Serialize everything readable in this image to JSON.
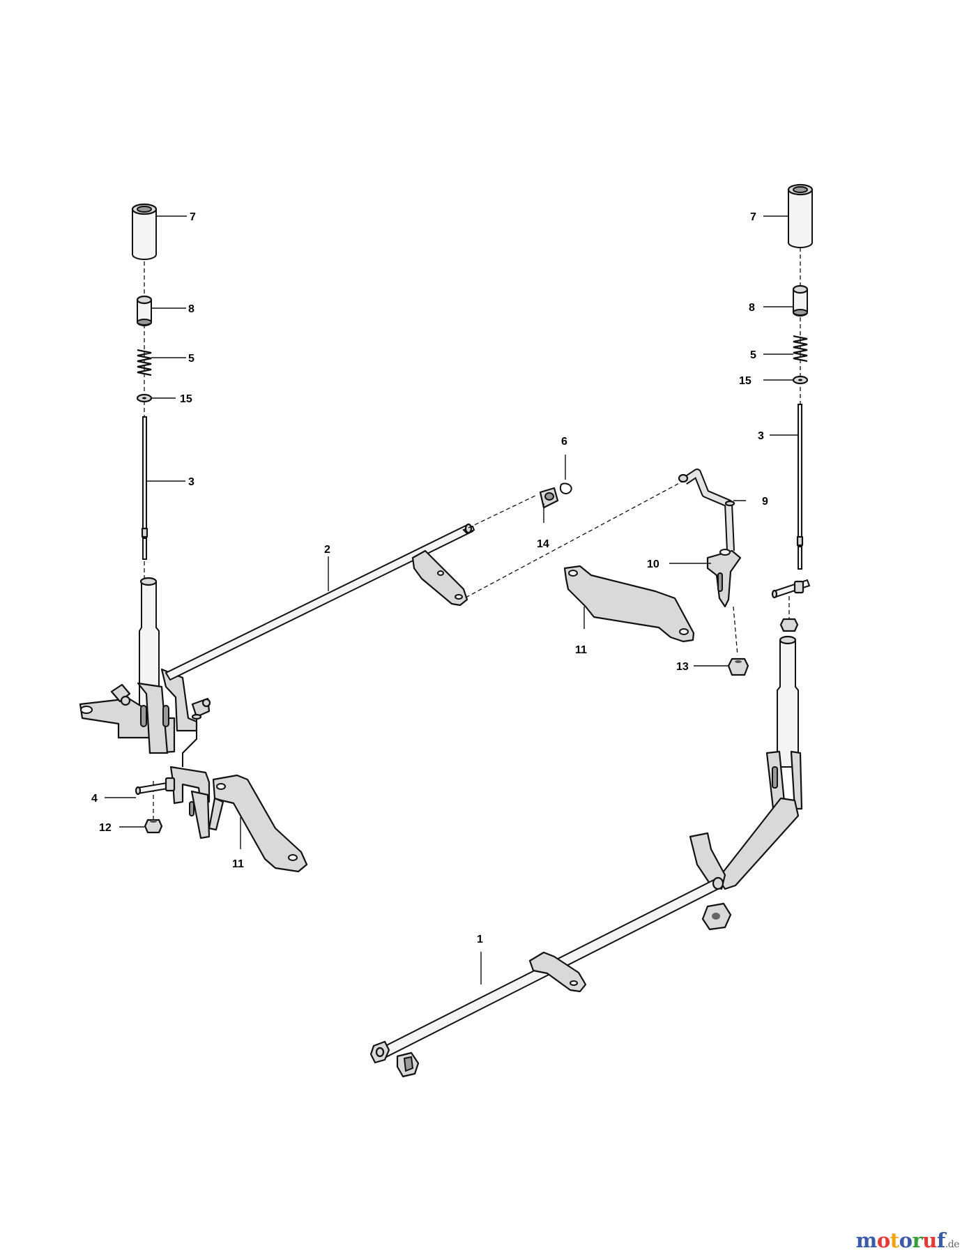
{
  "callouts": {
    "c7l": "7",
    "c8l": "8",
    "c5l": "5",
    "c15l": "15",
    "c3l": "3",
    "c2": "2",
    "c4": "4",
    "c12": "12",
    "c11l": "11",
    "c6": "6",
    "c14": "14",
    "c9": "9",
    "c10": "10",
    "c11r": "11",
    "c13": "13",
    "c7r": "7",
    "c8r": "8",
    "c5r": "5",
    "c15r": "15",
    "c3r": "3",
    "c1": "1"
  },
  "watermark": {
    "letters": [
      "m",
      "o",
      "t",
      "o",
      "r",
      "u",
      "f"
    ],
    "colors": [
      "#3a5ba8",
      "#e53935",
      "#f0a30a",
      "#3a5ba8",
      "#3a9c3a",
      "#e53935",
      "#3a5ba8"
    ],
    "suffix": ".de"
  }
}
